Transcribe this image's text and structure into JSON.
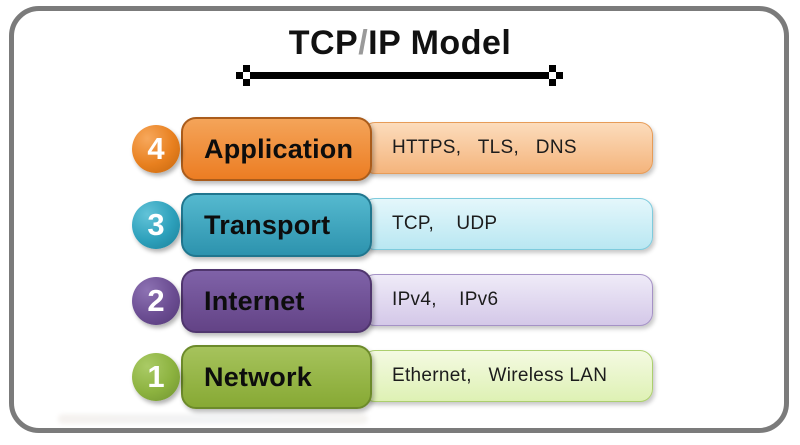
{
  "frame": {
    "border_color": "#7b7b7b"
  },
  "title": {
    "text": "TCP/IP Model",
    "pre": "TCP",
    "slash": "/",
    "post": "IP Model",
    "slash_color": "#9a9a9a",
    "underline_color": "#000000"
  },
  "layers": [
    {
      "number": "4",
      "label": "Application",
      "protocols": "HTTPS,   TLS,   DNS",
      "colors": {
        "circle_hi": "#f7a85c",
        "circle": "#e8801f",
        "circle_lo": "#c4660e",
        "box_top": "#f4a459",
        "box_bottom": "#ec7d23",
        "box_border": "#aa5c1b",
        "band_top": "#fcdcbc",
        "band_bottom": "#f4b47c",
        "band_border": "#e79c58"
      }
    },
    {
      "number": "3",
      "label": "Transport",
      "protocols": "TCP,    UDP",
      "colors": {
        "circle_hi": "#62c3d8",
        "circle": "#2da0bb",
        "circle_lo": "#1b7f98",
        "box_top": "#55b9cf",
        "box_bottom": "#2d93ae",
        "box_border": "#20768e",
        "band_top": "#e4f7fb",
        "band_bottom": "#b9e7f2",
        "band_border": "#7ecbdd"
      }
    },
    {
      "number": "2",
      "label": "Internet",
      "protocols": "IPv4,    IPv6",
      "colors": {
        "circle_hi": "#8d72b3",
        "circle": "#6b4d92",
        "circle_lo": "#533977",
        "box_top": "#7f62a8",
        "box_bottom": "#634386",
        "box_border": "#50366e",
        "band_top": "#efebf8",
        "band_bottom": "#d4c8e8",
        "band_border": "#a592c6"
      }
    },
    {
      "number": "1",
      "label": "Network",
      "protocols": "Ethernet,   Wireless LAN",
      "colors": {
        "circle_hi": "#aacb66",
        "circle": "#8cb23f",
        "circle_lo": "#6f9230",
        "box_top": "#a6c35c",
        "box_bottom": "#87a934",
        "box_border": "#6c8a2a",
        "band_top": "#f4fae2",
        "band_bottom": "#def1b4",
        "band_border": "#accf6e"
      }
    }
  ]
}
